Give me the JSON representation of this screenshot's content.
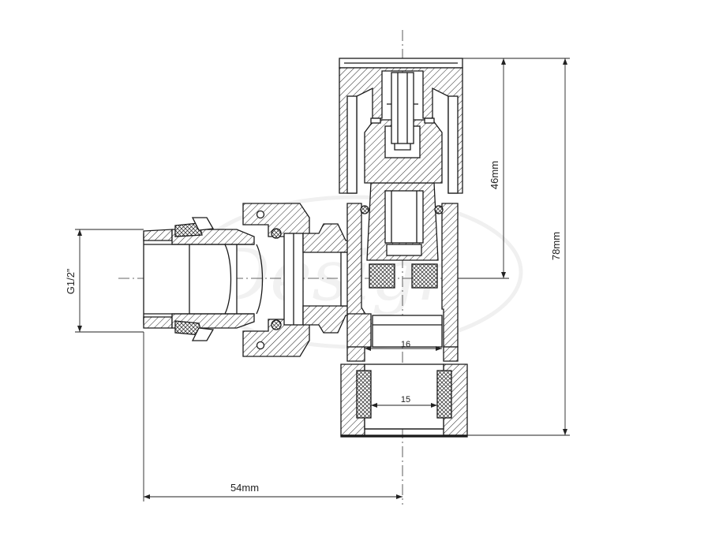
{
  "drawing": {
    "subject": "angled radiator valve cross-section",
    "line_color": "#1a1a1a",
    "background": "#ffffff"
  },
  "dimensions": {
    "height_upper": "46mm",
    "height_total": "78mm",
    "thread": "G1/2”",
    "depth": "54mm",
    "inner_upper": "16",
    "inner_lower": "15"
  },
  "watermark": {
    "text": "Design"
  }
}
